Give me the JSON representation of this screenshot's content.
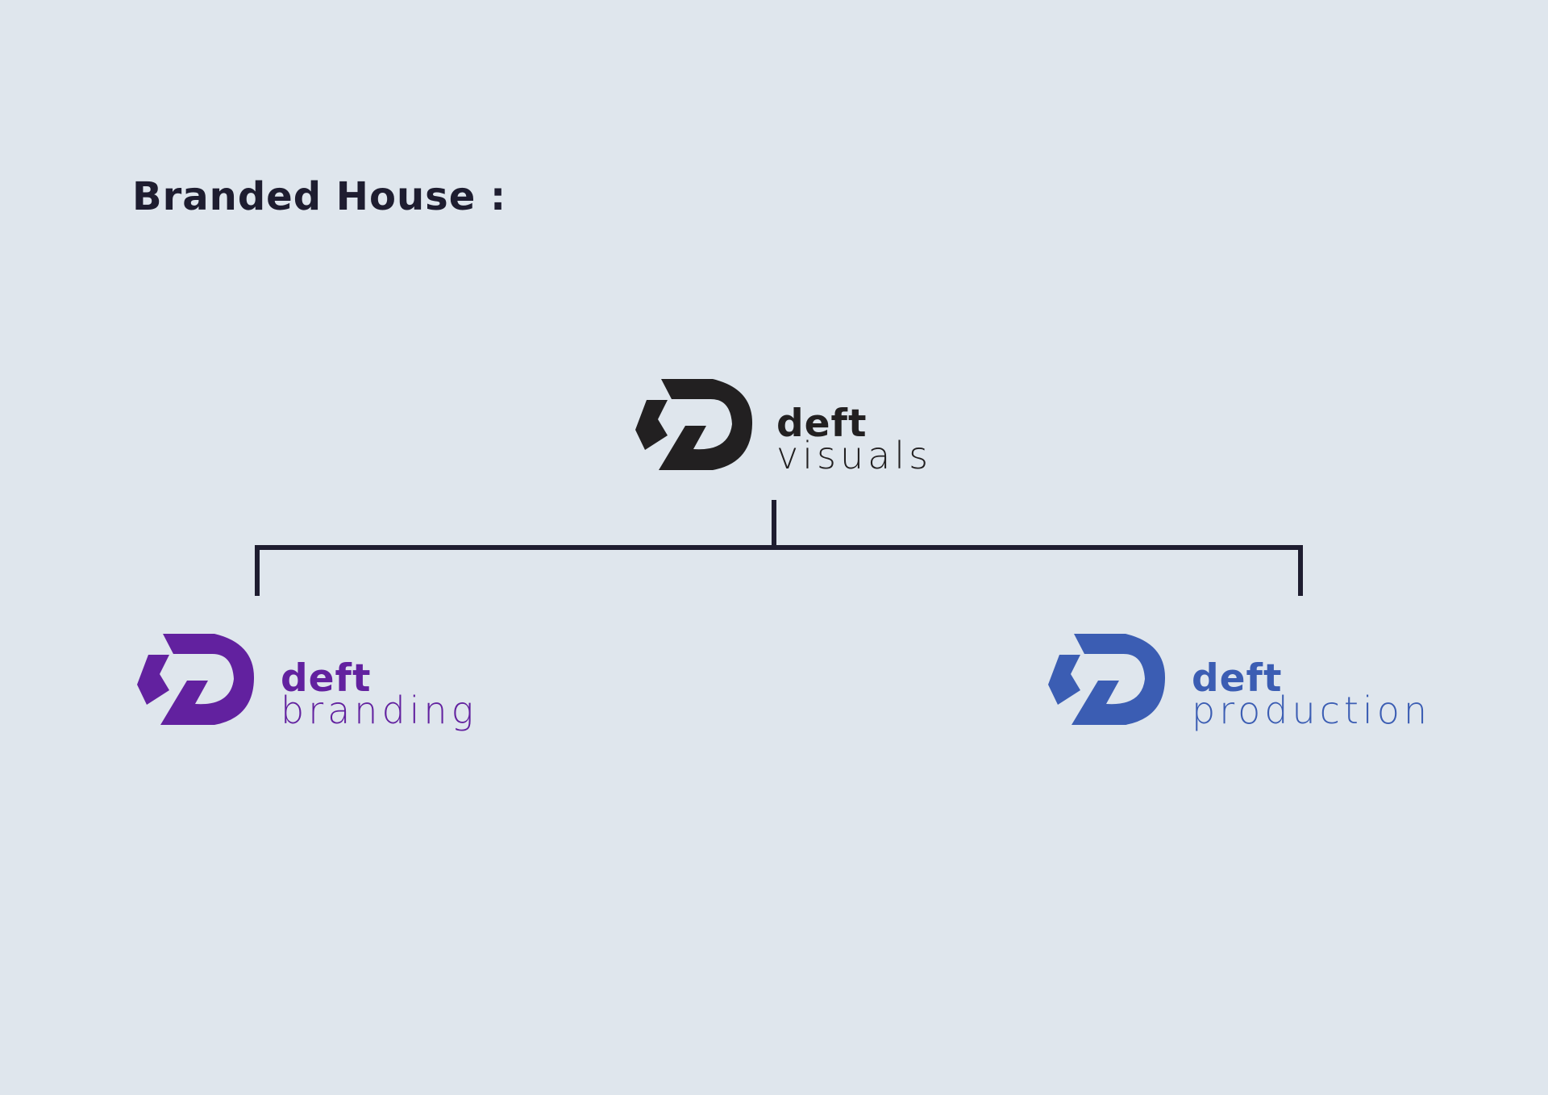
{
  "heading": {
    "text": "Branded House :",
    "color": "#1e1d30"
  },
  "connector_color": "#1e1d30",
  "parent": {
    "line1": "deft",
    "line2": "visuals",
    "color": "#222021",
    "icon": "deft-d-mark-icon"
  },
  "children": [
    {
      "line1": "deft",
      "line2": "branding",
      "color": "#62219f",
      "icon": "deft-d-mark-icon"
    },
    {
      "line1": "deft",
      "line2": "production",
      "color": "#3b5db3",
      "icon": "deft-d-mark-icon"
    }
  ]
}
